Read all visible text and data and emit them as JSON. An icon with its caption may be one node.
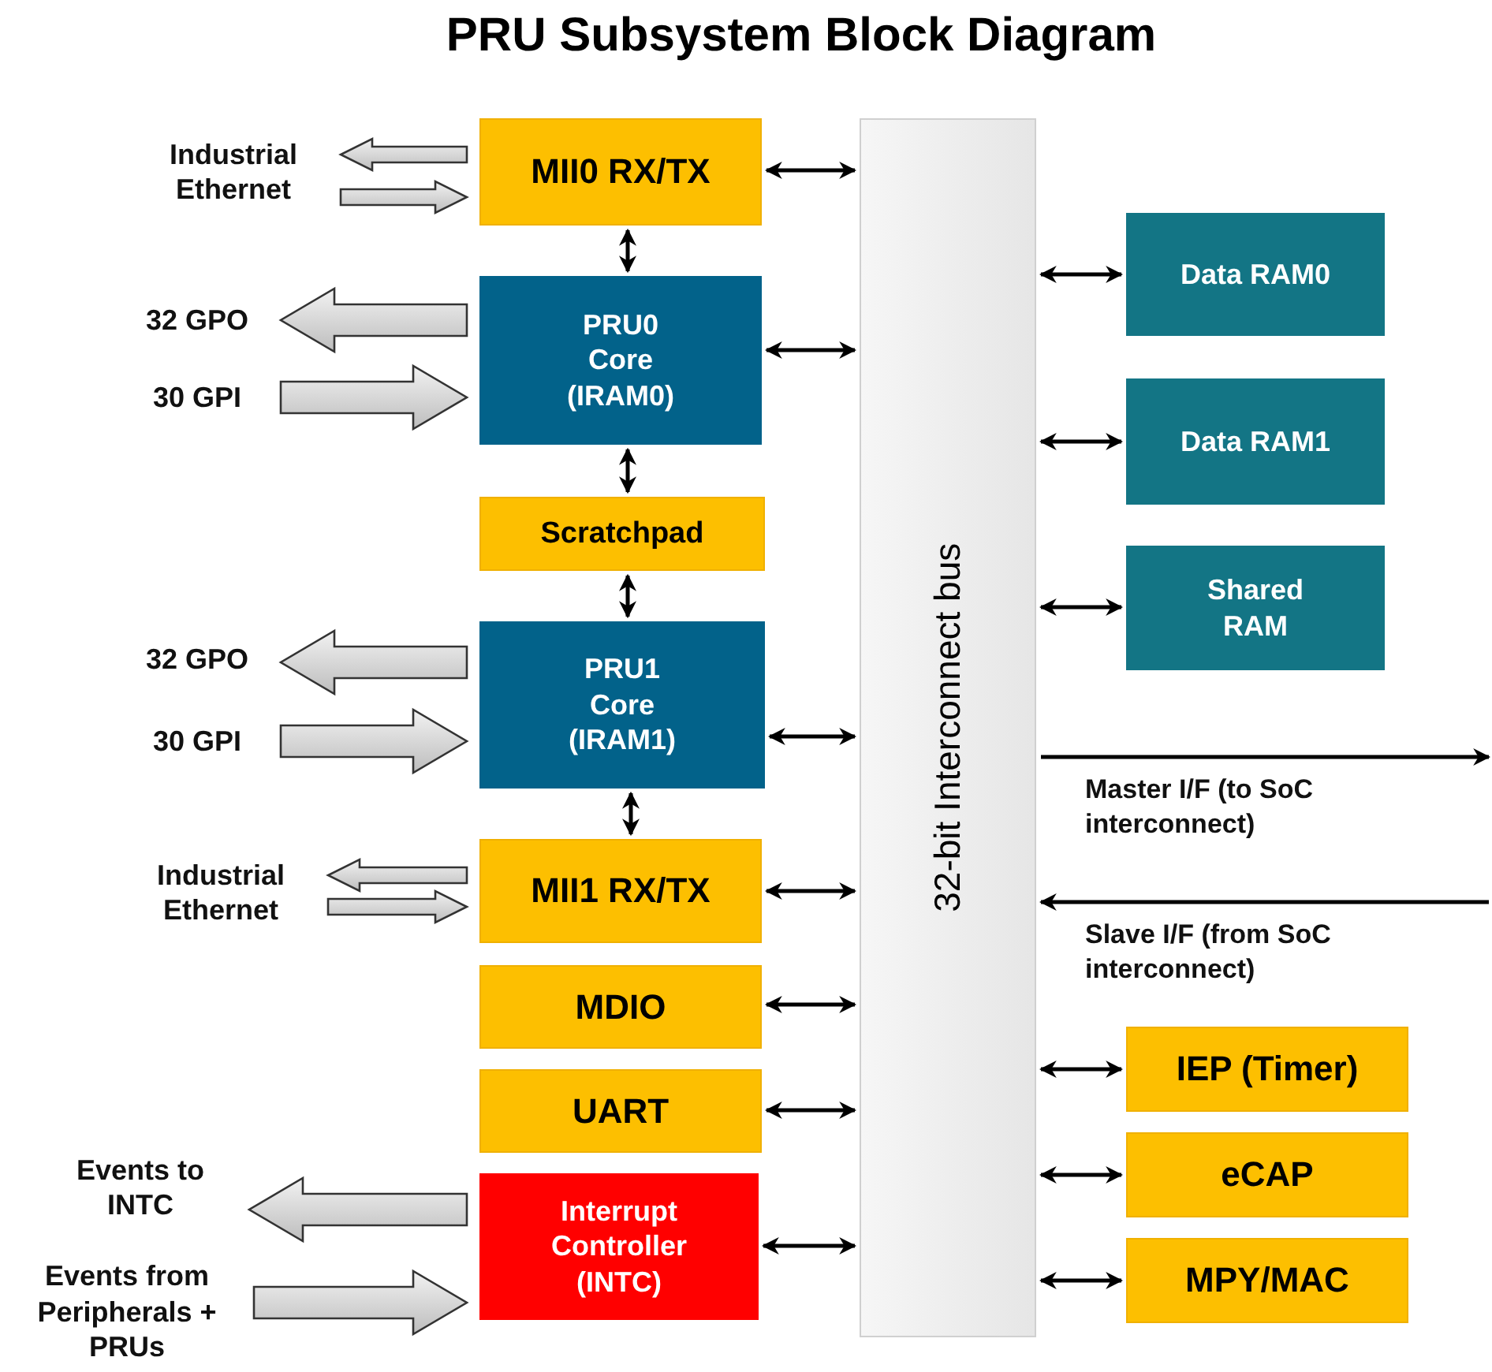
{
  "diagram": {
    "title": "PRU Subsystem Block Diagram",
    "nodes": [
      {
        "text": [
          "MII0 RX/TX"
        ]
      },
      {
        "text": [
          "PRU0 Core (IRAM0)"
        ]
      },
      {
        "text": [
          "Scratchpad"
        ]
      },
      {
        "text": [
          "PRU1 Core (IRAM1)"
        ]
      },
      {
        "text": [
          "MII1 RX/TX"
        ]
      },
      {
        "text": [
          "MDIO"
        ]
      },
      {
        "text": [
          "UART"
        ]
      },
      {
        "text": [
          "Interrupt Controller (INTC)"
        ]
      },
      {
        "text": [
          "32-bit Interconnect bus"
        ]
      },
      {
        "text": [
          "Data RAM0"
        ]
      },
      {
        "text": [
          "Data RAM1"
        ]
      },
      {
        "text": [
          "Shared RAM"
        ]
      },
      {
        "text": [
          "IEP (Timer)"
        ]
      },
      {
        "text": [
          "eCAP"
        ]
      },
      {
        "text": [
          "MPY/MAC"
        ]
      },
      {
        "text": [
          "Industrial Ethernet"
        ]
      },
      {
        "text": [
          "32 GPO"
        ]
      },
      {
        "text": [
          "30 GPI"
        ]
      },
      {
        "text": [
          "32 GPO"
        ]
      },
      {
        "text": [
          "30 GPI"
        ]
      },
      {
        "text": [
          "Industrial Ethernet"
        ]
      },
      {
        "text": [
          "Events to INTC"
        ]
      },
      {
        "text": [
          "Events from Peripherals + PRUs"
        ]
      }
    ],
    "edges": [
      {
        "from": 0,
        "to": 15,
        "arrow": "to",
        "style": "thick"
      },
      {
        "from": 15,
        "to": 0,
        "arrow": "to",
        "style": "thick"
      },
      {
        "from": 1,
        "to": 16,
        "arrow": "to",
        "style": "thick"
      },
      {
        "from": 17,
        "to": 1,
        "arrow": "to",
        "style": "thick"
      },
      {
        "from": 3,
        "to": 18,
        "arrow": "to",
        "style": "thick"
      },
      {
        "from": 19,
        "to": 3,
        "arrow": "to",
        "style": "thick"
      },
      {
        "from": 4,
        "to": 20,
        "arrow": "to",
        "style": "thick"
      },
      {
        "from": 20,
        "to": 4,
        "arrow": "to",
        "style": "thick"
      },
      {
        "from": 7,
        "to": 21,
        "arrow": "to",
        "style": "thick"
      },
      {
        "from": 22,
        "to": 7,
        "arrow": "to",
        "style": "thick"
      },
      {
        "from": 0,
        "to": 1,
        "arrow": "both"
      },
      {
        "from": 1,
        "to": 2,
        "arrow": "both"
      },
      {
        "from": 2,
        "to": 3,
        "arrow": "both"
      },
      {
        "from": 3,
        "to": 4,
        "arrow": "both"
      },
      {
        "from": 0,
        "to": 8,
        "arrow": "both"
      },
      {
        "from": 1,
        "to": 8,
        "arrow": "both"
      },
      {
        "from": 3,
        "to": 8,
        "arrow": "both"
      },
      {
        "from": 4,
        "to": 8,
        "arrow": "both"
      },
      {
        "from": 5,
        "to": 8,
        "arrow": "both"
      },
      {
        "from": 6,
        "to": 8,
        "arrow": "both"
      },
      {
        "from": 7,
        "to": 8,
        "arrow": "both"
      },
      {
        "from": 8,
        "to": 9,
        "arrow": "both"
      },
      {
        "from": 8,
        "to": 10,
        "arrow": "both"
      },
      {
        "from": 8,
        "to": 11,
        "arrow": "both"
      },
      {
        "from": 8,
        "to": null,
        "arrow": "to",
        "label": "Master I/F (to SoC interconnect)"
      },
      {
        "from": null,
        "to": 8,
        "arrow": "to",
        "label": "Slave I/F (from SoC interconnect)"
      },
      {
        "from": 8,
        "to": 12,
        "arrow": "both"
      },
      {
        "from": 8,
        "to": 13,
        "arrow": "both"
      },
      {
        "from": 8,
        "to": 14,
        "arrow": "both"
      }
    ]
  }
}
